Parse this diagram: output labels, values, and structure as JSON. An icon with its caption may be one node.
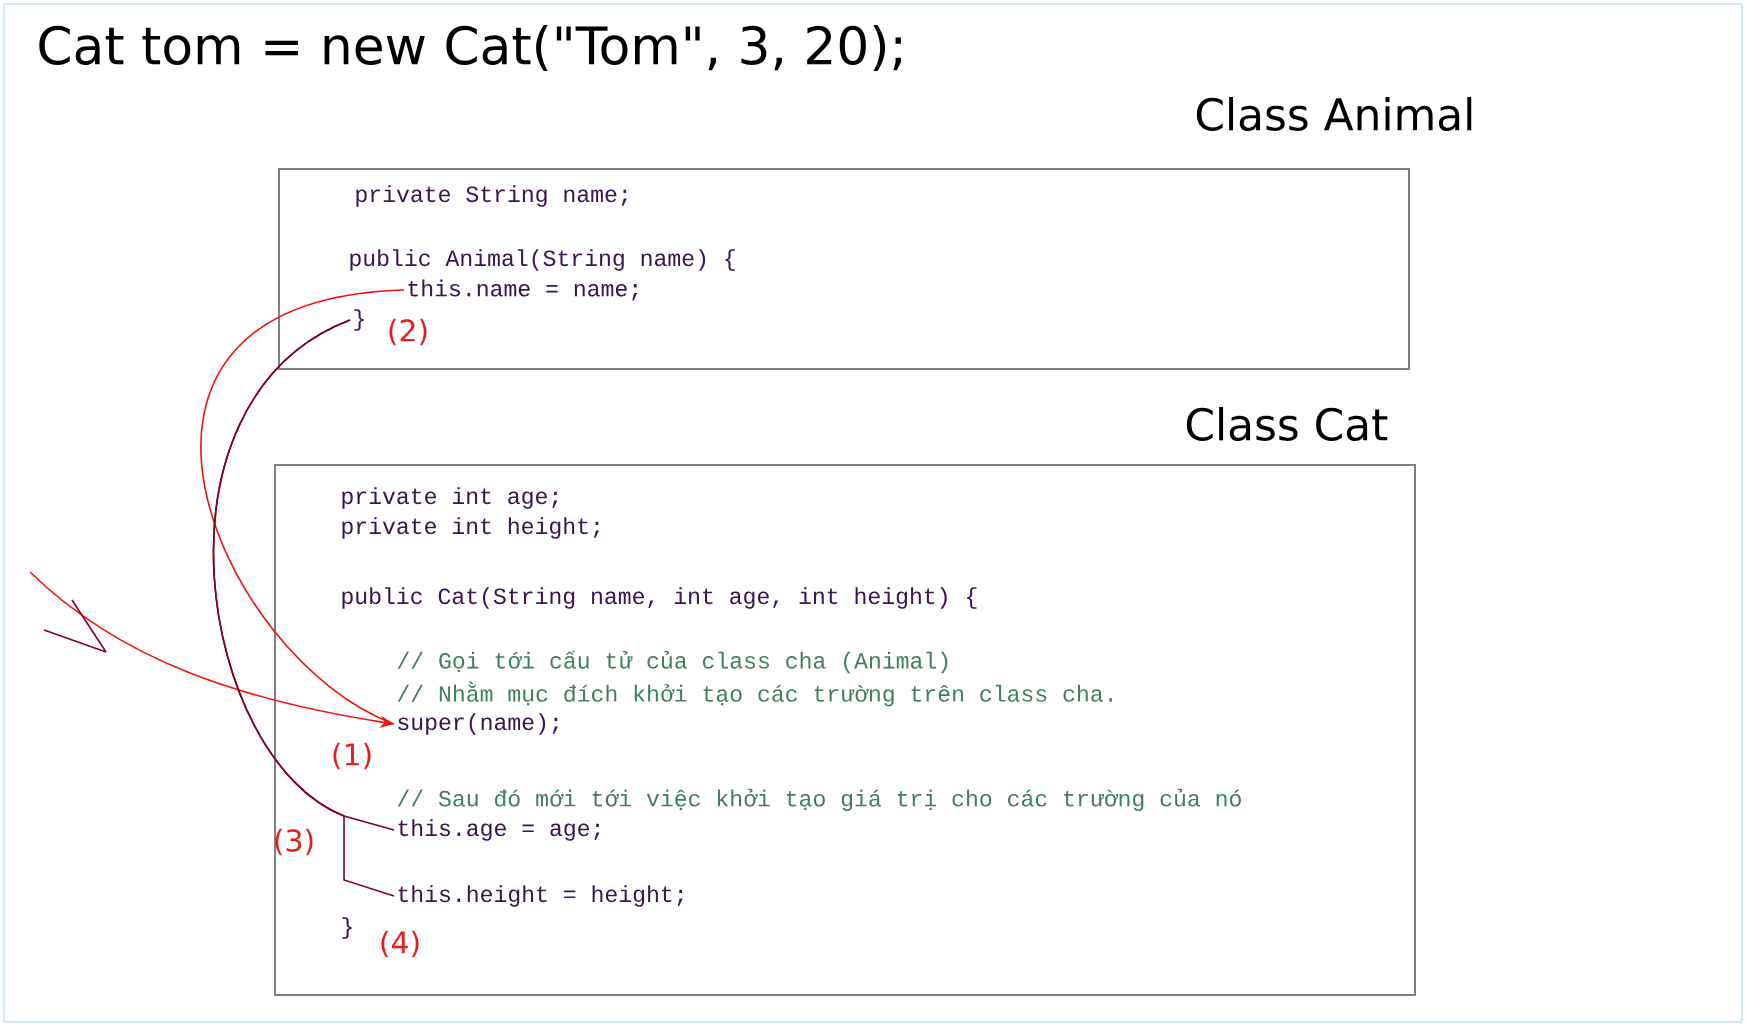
{
  "diagram": {
    "title": "Cat tom = new Cat(\"Tom\", 3, 20);",
    "nodes": [
      {
        "text": [
          "Class Animal"
        ]
      },
      {
        "text": [
          "private String name;"
        ],
        "in": 0
      },
      {
        "text": [
          "public Animal(String name) {"
        ],
        "in": 0
      },
      {
        "text": [
          "this.name = name;"
        ],
        "in": 0
      },
      {
        "text": [
          "}"
        ],
        "in": 0
      },
      {
        "text": [
          "Class Cat"
        ]
      },
      {
        "text": [
          "private int age;"
        ],
        "in": 5
      },
      {
        "text": [
          "private int height;"
        ],
        "in": 5
      },
      {
        "text": [
          "public Cat(String name, int age, int height) {"
        ],
        "in": 5
      },
      {
        "text": [
          "// Gọi tới cấu tử của class cha (Animal)"
        ],
        "in": 5
      },
      {
        "text": [
          "// Nhằm mục đích khởi tạo các trường trên class cha."
        ],
        "in": 5
      },
      {
        "text": [
          "super(name);"
        ],
        "in": 5
      },
      {
        "text": [
          "// Sau đó mới tới việc khởi tạo giá trị cho các trường của nó"
        ],
        "in": 5
      },
      {
        "text": [
          "this.age = age;"
        ],
        "in": 5
      },
      {
        "text": [
          "this.height = height;"
        ],
        "in": 5
      },
      {
        "text": [
          "}"
        ],
        "in": 5
      }
    ],
    "edges": [
      {
        "from": 11,
        "to": 3,
        "arrow": "none",
        "color": "#ee1111"
      },
      {
        "from": null,
        "to": 11,
        "arrow": "to",
        "color": "#ee1111"
      },
      {
        "from": 4,
        "to": 13,
        "arrow": "none",
        "color": "#800020"
      },
      {
        "from": 4,
        "to": 14,
        "arrow": "none",
        "color": "#800020"
      }
    ],
    "labels": [
      "(2)",
      "(1)",
      "(3)",
      "(4)"
    ]
  }
}
